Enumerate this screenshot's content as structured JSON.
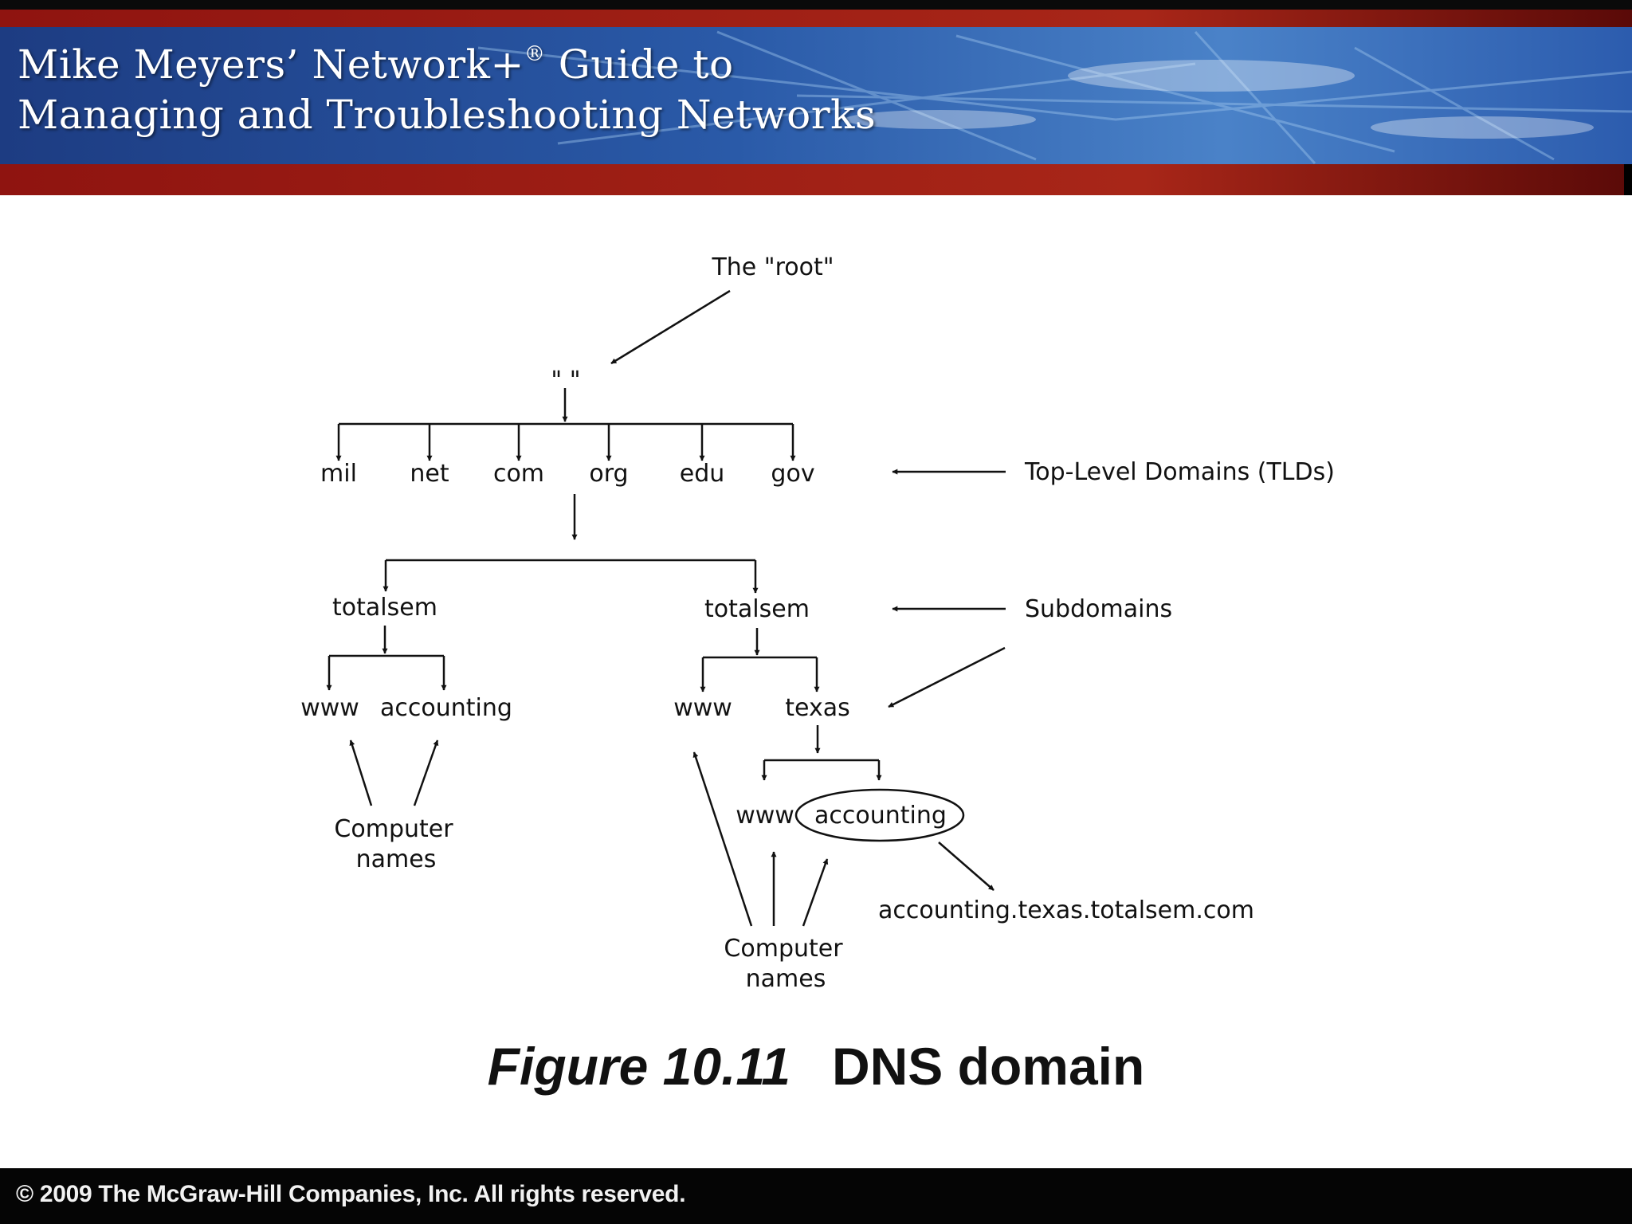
{
  "header": {
    "title_line1_main": "Mike Meyers’ Network+",
    "title_line1_mark": "®",
    "title_line1_end": " Guide to",
    "title_line2": "Managing and Troubleshooting Networks"
  },
  "diagram": {
    "root_label": "The \"root\"",
    "root_node": "\"  \"",
    "tlds": [
      "mil",
      "net",
      "com",
      "org",
      "edu",
      "gov"
    ],
    "tld_label": "Top-Level Domains (TLDs)",
    "subdomain_left": "totalsem",
    "subdomain_right": "totalsem",
    "subdomain_label": "Subdomains",
    "left_hosts": [
      "www",
      "accounting"
    ],
    "right_children": [
      "www",
      "texas"
    ],
    "texas_children": [
      "www",
      "accounting"
    ],
    "fqdn": "accounting.texas.totalsem.com",
    "computer_names_line1": "Computer",
    "computer_names_line2": "names"
  },
  "caption": {
    "figure_number": "Figure 10.11",
    "title": "DNS domain"
  },
  "footer": {
    "copyright": "© 2009 The McGraw-Hill Companies, Inc. All rights reserved."
  }
}
